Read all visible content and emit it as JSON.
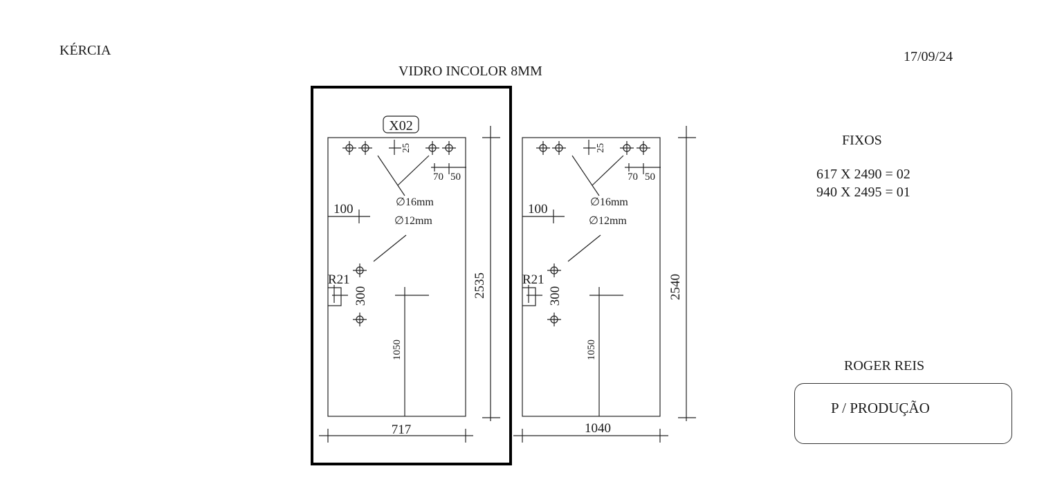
{
  "header": {
    "client": "KÉRCIA",
    "date": "17/09/24",
    "material": "VIDRO INCOLOR   8MM"
  },
  "fixos": {
    "title": "FIXOS",
    "lines": [
      "617 X 2490 = 02",
      "940 X 2495 = 01"
    ]
  },
  "signature": {
    "name": "ROGER REIS",
    "status": "P / PRODUÇÃO"
  },
  "panel_a": {
    "tag": "X02",
    "width_label": "717",
    "height_label": "2535",
    "offset_top": "25",
    "offset_70": "70",
    "offset_50": "50",
    "side_offset": "100",
    "hole_16": "∅16mm",
    "hole_12": "∅12mm",
    "radius": "R21",
    "hinge_spacing": "300",
    "handle_height": "1050"
  },
  "panel_b": {
    "width_label": "1040",
    "height_label": "2540",
    "offset_top": "25",
    "offset_70": "70",
    "offset_50": "50",
    "side_offset": "100",
    "hole_16": "∅16mm",
    "hole_12": "∅12mm",
    "radius": "R21",
    "hinge_spacing": "300",
    "handle_height": "1050"
  }
}
